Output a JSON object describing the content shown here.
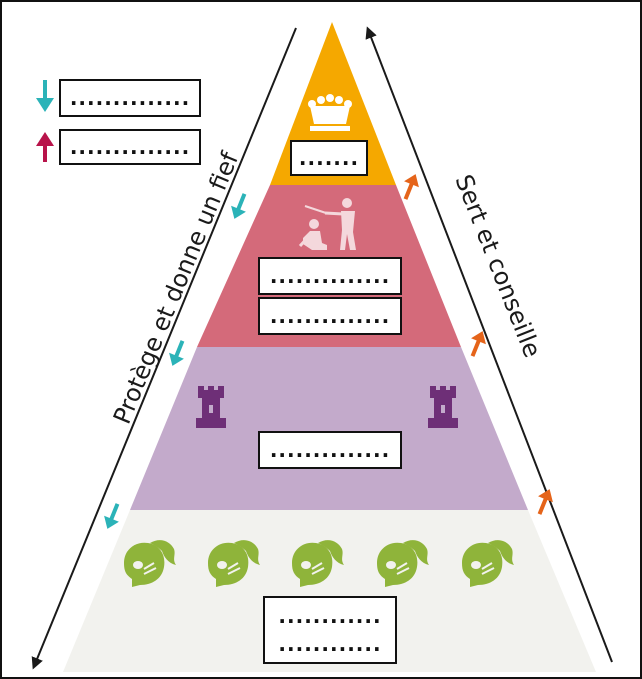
{
  "legend": {
    "down": {
      "blank": "..............",
      "icon": "arrow-down-icon",
      "color": "#2bb3b8"
    },
    "up": {
      "blank": "..............",
      "icon": "arrow-up-icon",
      "color": "#b8134a"
    }
  },
  "left_label": "Protège et donne un fief",
  "right_label": "Sert et conseille",
  "levels": [
    {
      "id": "king",
      "color": "#f5a800",
      "icon": "crown-icon",
      "blanks": [
        "......."
      ]
    },
    {
      "id": "lords",
      "color": "#d46a7a",
      "icon": "homage-icon",
      "blanks": [
        "..............",
        ".............."
      ]
    },
    {
      "id": "knights",
      "color": "#c3aacb",
      "icon": "castle-tower-icon",
      "blanks": [
        ".............."
      ]
    },
    {
      "id": "peasants",
      "color": "#f2f2ee",
      "icon": "knight-helmet-icon",
      "blanks": [
        "............",
        "............"
      ]
    }
  ],
  "colors": {
    "down_arrow": "#2bb3b8",
    "up_arrow": "#e5641a",
    "crown": "#ffffff",
    "homage": "#f4d8dc",
    "tower": "#6e2f77",
    "helmet": "#8fb43a"
  }
}
